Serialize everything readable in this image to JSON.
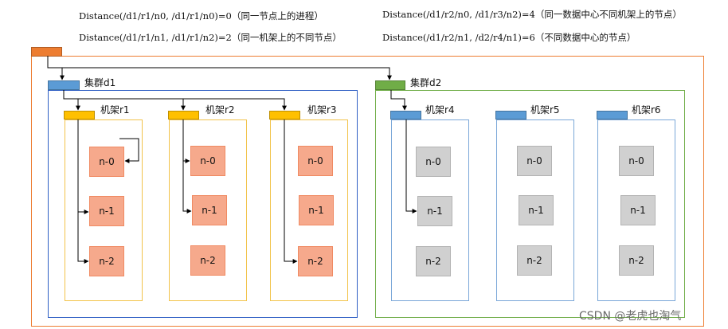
{
  "formulas": [
    {
      "expr": "Distance(/d1/r1/n0, /d1/r1/n0)=0",
      "note": "（同一节点上的进程）"
    },
    {
      "expr": "Distance(/d1/r1/n1, /d1/r1/n2)=2",
      "note": "（同一机架上的不同节点）"
    },
    {
      "expr": "Distance(/d1/r2/n0, /d1/r3/n2)=4",
      "note": "（同一数据中心不同机架上的节点）"
    },
    {
      "expr": "Distance(/d1/r2/n1, /d2/r4/n1)=6",
      "note": "（不同数据中心的节点）"
    }
  ],
  "clusters": [
    {
      "label": "集群d1",
      "color": "#2f5fc4",
      "tab_color": "#5b9bd5"
    },
    {
      "label": "集群d2",
      "color": "#70ad47",
      "tab_color": "#70ad47"
    }
  ],
  "racks": [
    {
      "label": "机架r1",
      "nodes": [
        "n-0",
        "n-1",
        "n-2"
      ],
      "style": "orange"
    },
    {
      "label": "机架r2",
      "nodes": [
        "n-0",
        "n-1",
        "n-2"
      ],
      "style": "orange"
    },
    {
      "label": "机架r3",
      "nodes": [
        "n-0",
        "n-1",
        "n-2"
      ],
      "style": "orange"
    },
    {
      "label": "机架r4",
      "nodes": [
        "n-0",
        "n-1",
        "n-2"
      ],
      "style": "gray"
    },
    {
      "label": "机架r5",
      "nodes": [
        "n-0",
        "n-1",
        "n-2"
      ],
      "style": "gray"
    },
    {
      "label": "机架r6",
      "nodes": [
        "n-0",
        "n-1",
        "n-2"
      ],
      "style": "gray"
    }
  ],
  "colors": {
    "outer": "#ed7d31",
    "rack_orange": "#ffc000",
    "rack_blue": "#5b9bd5",
    "rack_gold_border": "#f2c34a",
    "rack_blue_border": "#7aa7d8"
  },
  "watermark": "CSDN @老虎也淘气"
}
